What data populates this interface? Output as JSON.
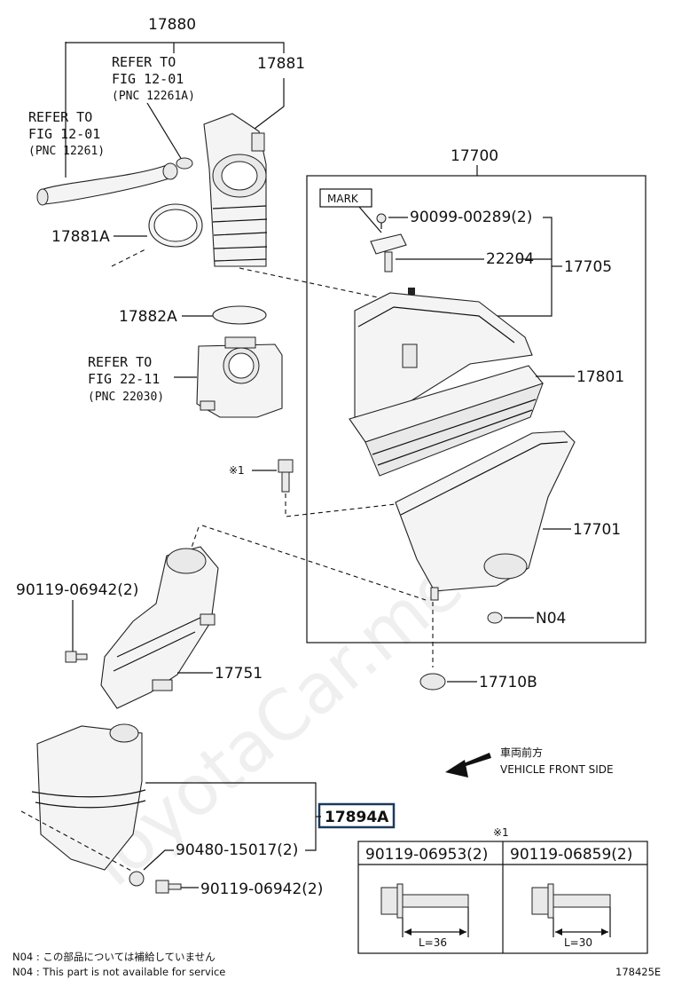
{
  "labels": {
    "p17880": "17880",
    "p17881": "17881",
    "p17881a": "17881A",
    "p17882a": "17882A",
    "p17700": "17700",
    "p90099": "90099-00289(2)",
    "p22204": "22204",
    "p17705": "17705",
    "p17801": "17801",
    "p17701": "17701",
    "p90119a": "90119-06942(2)",
    "pn04": "N04",
    "p17751": "17751",
    "p17710b": "17710B",
    "p17894a": "17894A",
    "p90480": "90480-15017(2)",
    "p90119b": "90119-06942(2)",
    "mark": "MARK",
    "star1_left": "※1",
    "star1_table": "※1"
  },
  "refs": {
    "r1_line1": "REFER TO",
    "r1_line2": "FIG 12-01",
    "r1_line3": "(PNC 12261A)",
    "r2_line1": "REFER TO",
    "r2_line2": "FIG 12-01",
    "r2_line3": "(PNC 12261)",
    "r3_line1": "REFER TO",
    "r3_line2": "FIG 22-11",
    "r3_line3": "(PNC 22030)"
  },
  "direction": {
    "jp": "車両前方",
    "en": "VEHICLE FRONT SIDE"
  },
  "bolt_table": {
    "col1": "90119-06953(2)",
    "col2": "90119-06859(2)",
    "len1": "L=36",
    "len2": "L=30"
  },
  "notes": {
    "jp": "N04 : この部品については補給していません",
    "en": "N04 : This part is not available for service",
    "figure_code": "178425E"
  },
  "watermark": "ToyotaCar.me.ru"
}
